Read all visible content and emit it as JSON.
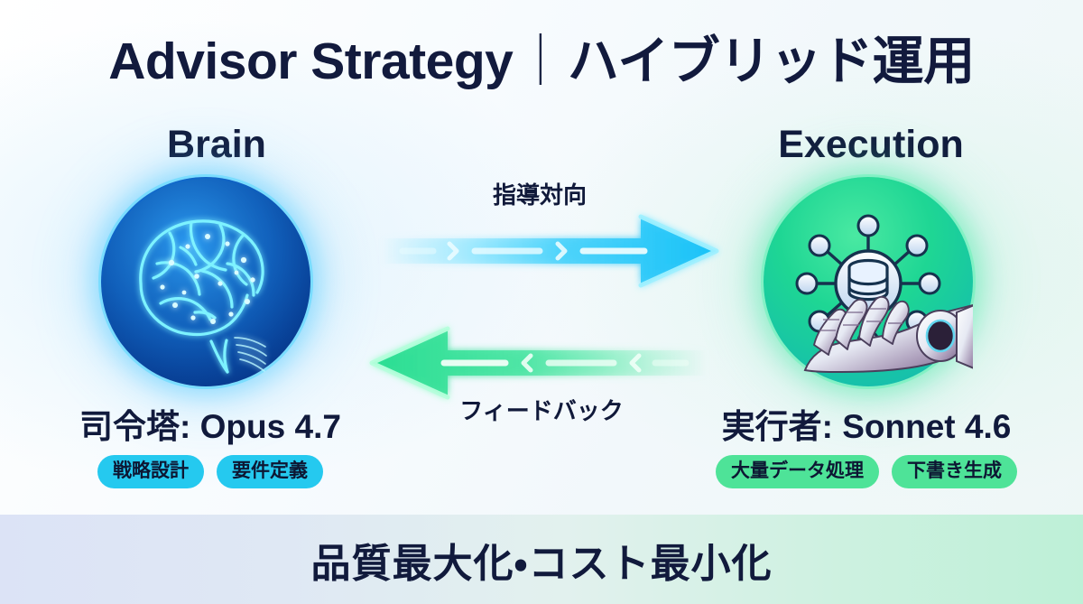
{
  "title": {
    "main": "Advisor Strategy",
    "separator": "｜",
    "subtitle": "ハイブリッド運用"
  },
  "columns": {
    "left": {
      "heading": "Brain",
      "icon": "neural-brain-icon",
      "role_caption": "司令塔: Opus 4.7",
      "badges": [
        "戦略設計",
        "要件定義"
      ],
      "accent_color": "#25c9ef",
      "circle_color": "#0e62c4"
    },
    "right": {
      "heading": "Execution",
      "icon": "database-network-robot-hand-icon",
      "role_caption": "実行者: Sonnet 4.6",
      "badges": [
        "大量データ処理",
        "下書き生成"
      ],
      "accent_color": "#4ee398",
      "circle_color": "#1ed694"
    }
  },
  "arrows": {
    "top": {
      "label": "指導対向",
      "direction": "right",
      "color": "#2cc8f5"
    },
    "bottom": {
      "label": "フィードバック",
      "direction": "left",
      "color": "#3fe49b"
    }
  },
  "footer": {
    "text": "品質最大化・コスト最小化"
  }
}
